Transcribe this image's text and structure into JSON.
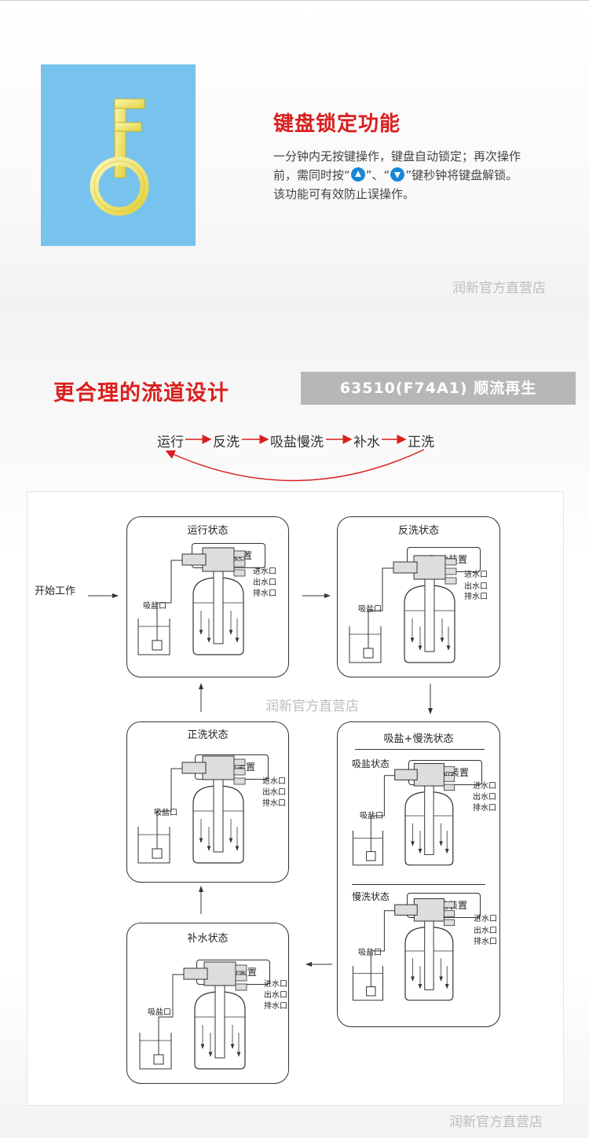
{
  "watermark": "润新官方直营店",
  "feature": {
    "title": "键盘锁定功能",
    "desc_line1": "一分钟内无按键操作，键盘自动锁定；再次操作",
    "desc_line2_a": "前，需同时按“",
    "desc_line2_b": "”、“",
    "desc_line2_c": "”键秒钟将键盘解锁。",
    "desc_line3": "该功能可有效防止误操作。"
  },
  "flow": {
    "title": "更合理的流道设计",
    "model": "63510(F74A1) 顺流再生",
    "cycle": [
      "运行",
      "反洗",
      "吸盐慢洗",
      "补水",
      "正洗"
    ]
  },
  "diagram": {
    "start_label": "开始工作",
    "drive_label": "阀驱动装置",
    "salt_inlet": "吸盐口",
    "ports": [
      "进水口",
      "出水口",
      "排水口"
    ],
    "states": {
      "run": "运行状态",
      "backwash": "反洗状态",
      "brine_slow": "吸盐+慢洗状态",
      "brine": "吸盐状态",
      "slow": "慢洗状态",
      "rinse": "正洗状态",
      "refill": "补水状态"
    }
  },
  "colors": {
    "accent_red": "#d9201e",
    "key_bg": "#78c3ee",
    "key_gold": "#f4ec8a",
    "button_blue": "#1787d6"
  }
}
